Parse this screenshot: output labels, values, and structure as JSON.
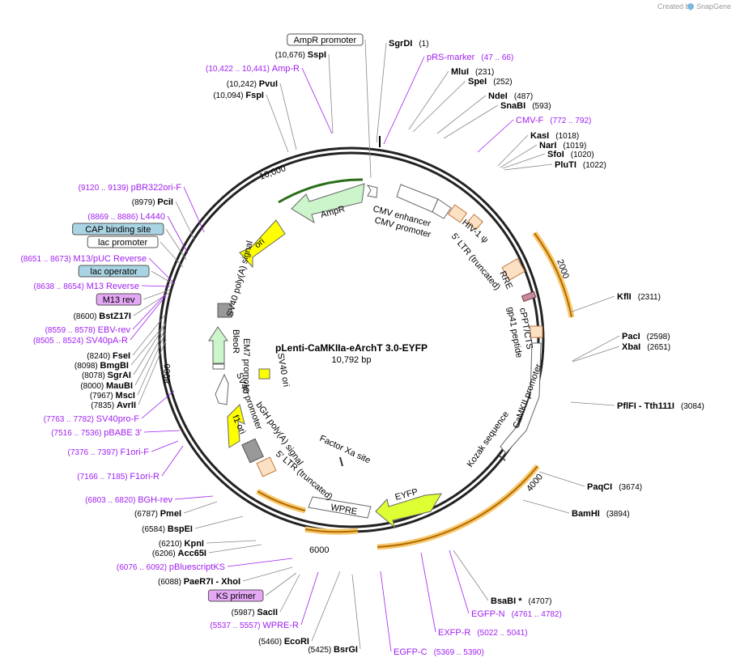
{
  "credit": {
    "prefix": "Created by",
    "brand": "SnapGene"
  },
  "plasmid": {
    "name": "pLenti-CaMKIIa-eArchT 3.0-EYFP",
    "size": "10,792 bp"
  },
  "ticks": {
    "t2000": "2000",
    "t4000": "4000",
    "t6000": "6000",
    "t8000": "8000",
    "t10000": "10,000"
  },
  "colors": {
    "primer": "#a020f0",
    "orange_feature": "#f5a623",
    "yellow": "#ffff00",
    "green": "#ccf5cc",
    "gray": "#999999"
  },
  "features": {
    "cmv_enhancer": "CMV enhancer",
    "cmv_promoter": "CMV promoter",
    "ampr": "AmpR",
    "ori": "ori",
    "hiv1_psi": "HIV-1 ψ",
    "ltr5_trunc_top": "5' LTR (truncated)",
    "rre": "RRE",
    "cppt": "cPPT/CTS",
    "gp41": "gp41 peptide",
    "camkii": "CaMKII promoter",
    "kozak": "Kozak sequence",
    "eyfp": "EYFP",
    "wpre": "WPRE",
    "ltr5_trunc_bottom": "5' LTR (truncated)",
    "bgh": "bGH poly(A) signal",
    "factor_xa": "Factor Xa site",
    "f1ori": "f1 ori",
    "sv40_promoter": "SV40 promoter",
    "sv40_ori": "SV40 ori",
    "em7": "EM7 promoter",
    "bleor": "BleoR",
    "sv40_polya": "SV40 poly(A) signal"
  },
  "labels_right": [
    {
      "name": "SgrDI",
      "pos": "(1)"
    },
    {
      "name": "pRS-marker",
      "pos": "(47 .. 66)",
      "primer": true
    },
    {
      "name": "MluI",
      "pos": "(231)"
    },
    {
      "name": "SpeI",
      "pos": "(252)"
    },
    {
      "name": "NdeI",
      "pos": "(487)"
    },
    {
      "name": "SnaBI",
      "pos": "(593)"
    },
    {
      "name": "CMV-F",
      "pos": "(772 .. 792)",
      "primer": true
    },
    {
      "name": "KasI",
      "pos": "(1018)"
    },
    {
      "name": "NarI",
      "pos": "(1019)"
    },
    {
      "name": "SfoI",
      "pos": "(1020)"
    },
    {
      "name": "PluTI",
      "pos": "(1022)"
    },
    {
      "name": "KflI",
      "pos": "(2311)"
    },
    {
      "name": "PacI",
      "pos": "(2598)"
    },
    {
      "name": "XbaI",
      "pos": "(2651)"
    },
    {
      "name": "PflFI - Tth111I",
      "pos": "(3084)"
    },
    {
      "name": "PaqCI",
      "pos": "(3674)"
    },
    {
      "name": "BamHI",
      "pos": "(3894)"
    },
    {
      "name": "BsaBI *",
      "pos": "(4707)"
    },
    {
      "name": "EGFP-N",
      "pos": "(4761 .. 4782)",
      "primer": true
    },
    {
      "name": "EXFP-R",
      "pos": "(5022 .. 5041)",
      "primer": true
    },
    {
      "name": "EGFP-C",
      "pos": "(5369 .. 5390)",
      "primer": true
    }
  ],
  "labels_left": [
    {
      "name": "AmpR promoter",
      "boxed": "white"
    },
    {
      "name": "SspI",
      "pos": "(10,676)"
    },
    {
      "name": "Amp-R",
      "pos": "(10,422 .. 10,441)",
      "primer": true
    },
    {
      "name": "PvuI",
      "pos": "(10,242)"
    },
    {
      "name": "FspI",
      "pos": "(10,094)"
    },
    {
      "name": "pBR322ori-F",
      "pos": "(9120 .. 9139)",
      "primer": true
    },
    {
      "name": "PciI",
      "pos": "(8979)"
    },
    {
      "name": "L4440",
      "pos": "(8869 .. 8886)",
      "primer": true
    },
    {
      "name": "CAP binding site",
      "boxed": "blue"
    },
    {
      "name": "lac promoter",
      "boxed": "white"
    },
    {
      "name": "M13/pUC Reverse",
      "pos": "(8651 .. 8673)",
      "primer": true
    },
    {
      "name": "lac operator",
      "boxed": "blue"
    },
    {
      "name": "M13 Reverse",
      "pos": "(8638 .. 8654)",
      "primer": true
    },
    {
      "name": "M13 rev",
      "boxed": "purple"
    },
    {
      "name": "BstZ17I",
      "pos": "(8600)"
    },
    {
      "name": "EBV-rev",
      "pos": "(8559 .. 8578)",
      "primer": true
    },
    {
      "name": "SV40pA-R",
      "pos": "(8505 .. 8524)",
      "primer": true
    },
    {
      "name": "FseI",
      "pos": "(8240)"
    },
    {
      "name": "BmgBI",
      "pos": "(8098)"
    },
    {
      "name": "SgrAI",
      "pos": "(8078)"
    },
    {
      "name": "MauBI",
      "pos": "(8000)"
    },
    {
      "name": "MscI",
      "pos": "(7967)"
    },
    {
      "name": "AvrII",
      "pos": "(7835)"
    },
    {
      "name": "SV40pro-F",
      "pos": "(7763 .. 7782)",
      "primer": true
    },
    {
      "name": "pBABE 3'",
      "pos": "(7516 .. 7536)",
      "primer": true
    },
    {
      "name": "F1ori-F",
      "pos": "(7376 .. 7397)",
      "primer": true
    },
    {
      "name": "F1ori-R",
      "pos": "(7166 .. 7185)",
      "primer": true
    },
    {
      "name": "BGH-rev",
      "pos": "(6803 .. 6820)",
      "primer": true
    },
    {
      "name": "PmeI",
      "pos": "(6787)"
    },
    {
      "name": "BspEI",
      "pos": "(6584)"
    },
    {
      "name": "KpnI",
      "pos": "(6210)"
    },
    {
      "name": "Acc65I",
      "pos": "(6206)"
    },
    {
      "name": "pBluescriptKS",
      "pos": "(6076 .. 6092)",
      "primer": true
    },
    {
      "name": "PaeR7I - XhoI",
      "pos": "(6088)"
    },
    {
      "name": "KS primer",
      "boxed": "purple"
    },
    {
      "name": "SacII",
      "pos": "(5987)"
    },
    {
      "name": "WPRE-R",
      "pos": "(5537 .. 5557)",
      "primer": true
    },
    {
      "name": "EcoRI",
      "pos": "(5460)"
    },
    {
      "name": "BsrGI",
      "pos": "(5425)"
    }
  ]
}
